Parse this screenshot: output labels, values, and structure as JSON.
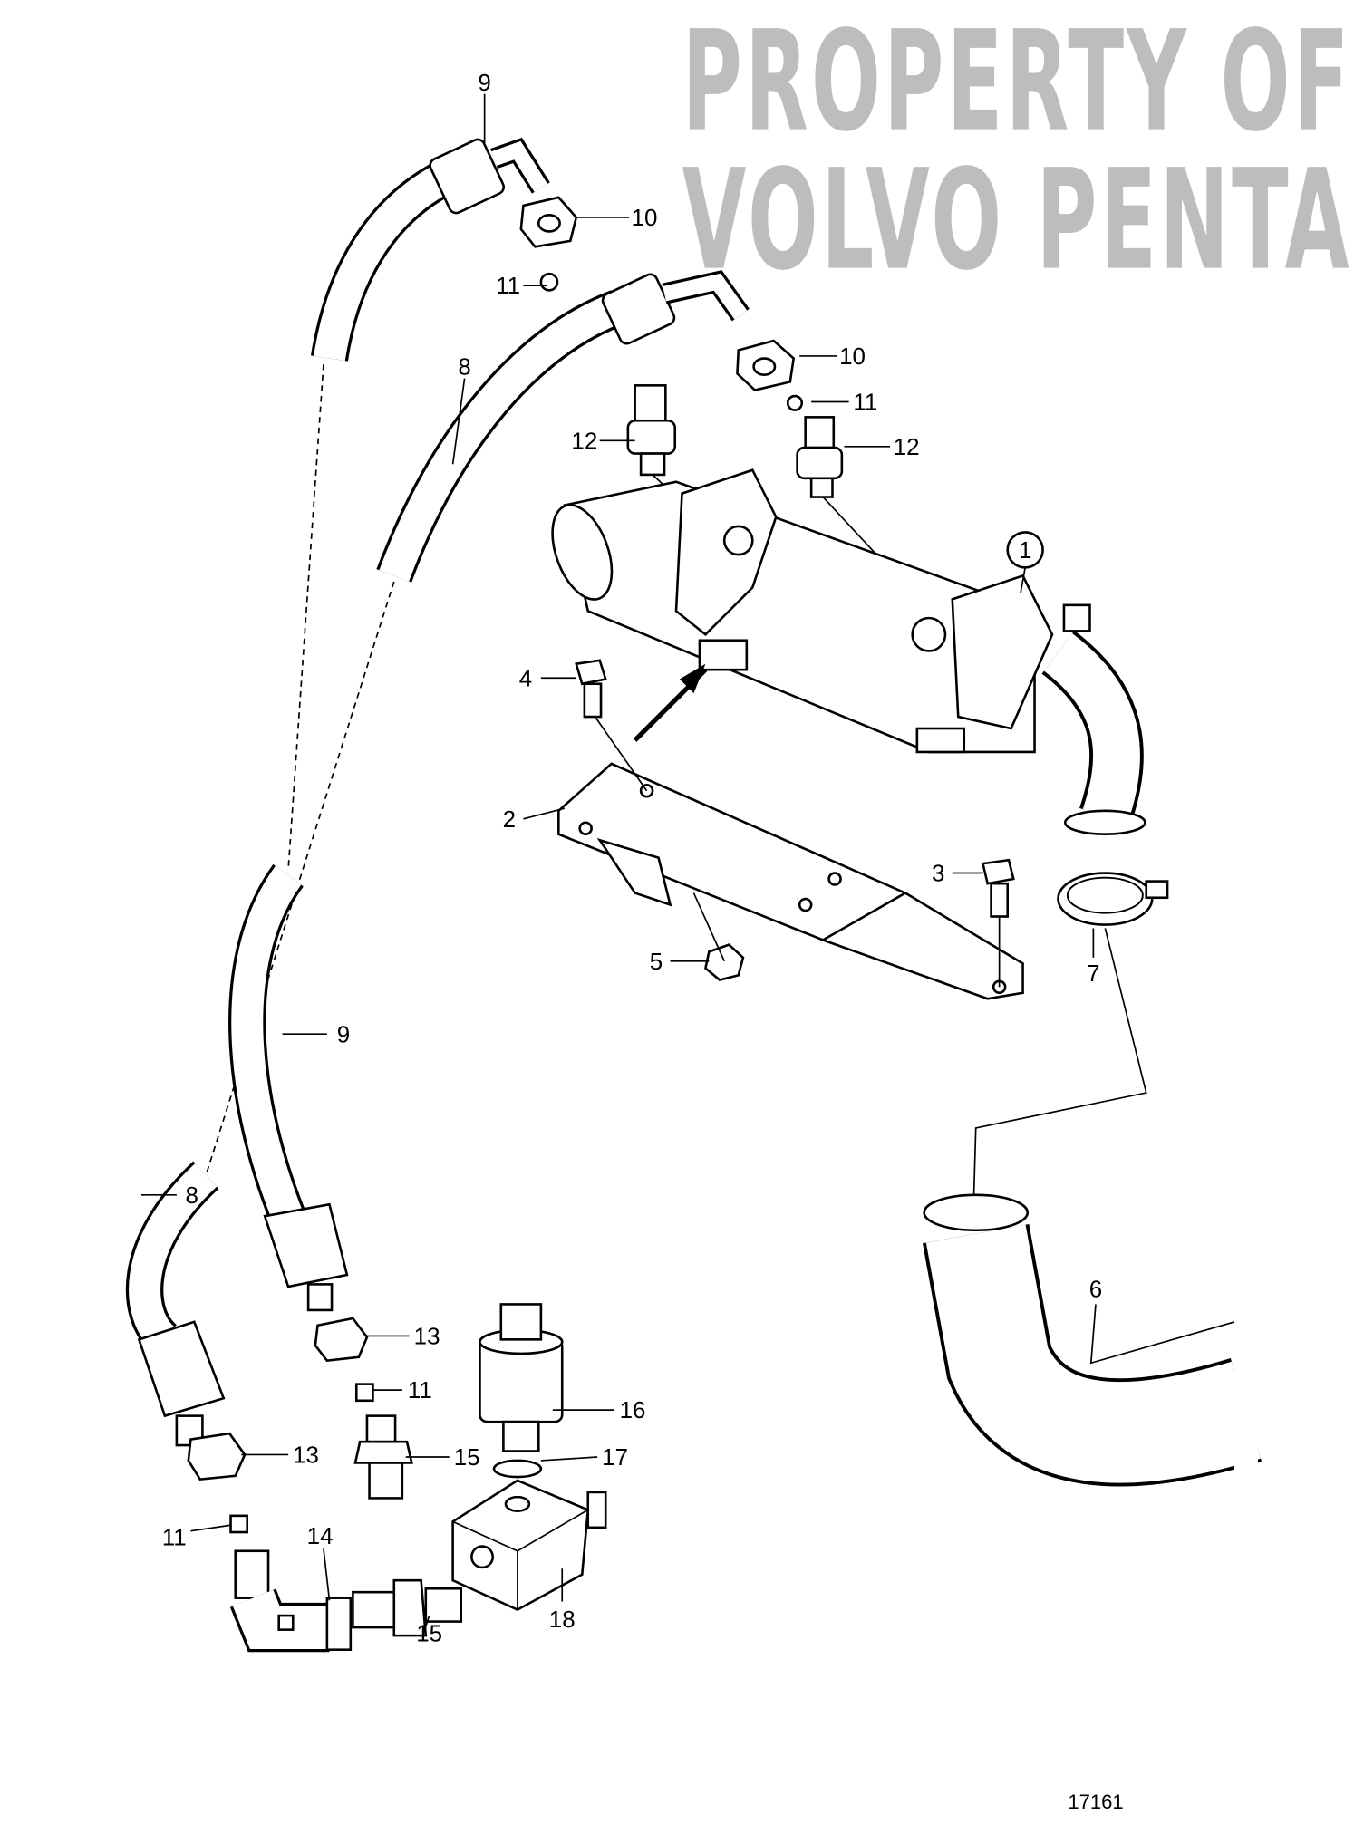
{
  "diagram": {
    "figure_number": "17161",
    "watermark": [
      "PROPERTY OF",
      "VOLVO PENTA"
    ],
    "callouts": {
      "c1": "1",
      "c2": "2",
      "c3": "3",
      "c4": "4",
      "c5": "5",
      "c6": "6",
      "c7": "7",
      "c8a": "8",
      "c8b": "8",
      "c9a": "9",
      "c9b": "9",
      "c10a": "10",
      "c10b": "10",
      "c11a": "11",
      "c11b": "11",
      "c11c": "11",
      "c11d": "11",
      "c12a": "12",
      "c12b": "12",
      "c13a": "13",
      "c13b": "13",
      "c14": "14",
      "c15a": "15",
      "c15b": "15",
      "c16": "16",
      "c17": "17",
      "c18": "18"
    }
  }
}
